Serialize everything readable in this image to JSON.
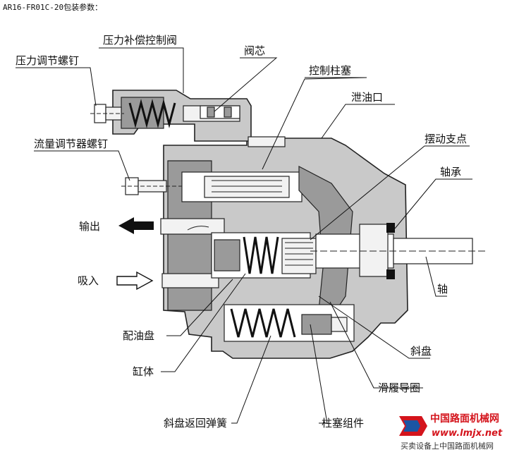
{
  "header": {
    "title": "AR16-FR01C-20包装参数："
  },
  "labels": {
    "pressure_comp_valve": "压力补偿控制阀",
    "pressure_adj_screw": "压力调节螺钉",
    "valve_core": "阀芯",
    "control_piston": "控制柱塞",
    "drain_port": "泄油口",
    "flow_adj_screw": "流量调节器螺钉",
    "swing_fulcrum": "摆动支点",
    "bearing": "轴承",
    "output": "输出",
    "intake": "吸入",
    "shaft": "轴",
    "valve_plate": "配油盘",
    "cylinder": "缸体",
    "swash_plate": "斜盘",
    "shoe_guide_ring": "滑履导圈",
    "swash_return_spring": "斜盘返回弹簧",
    "piston_assembly": "柱塞组件"
  },
  "watermark": {
    "name": "中国路面机械网",
    "url": "www.lmjx.net",
    "slogan": "买卖设备上中国路面机械网"
  },
  "colors": {
    "body_gray": "#c9c9c9",
    "dark_gray": "#9a9a9a",
    "logo_red": "#d4141c"
  }
}
